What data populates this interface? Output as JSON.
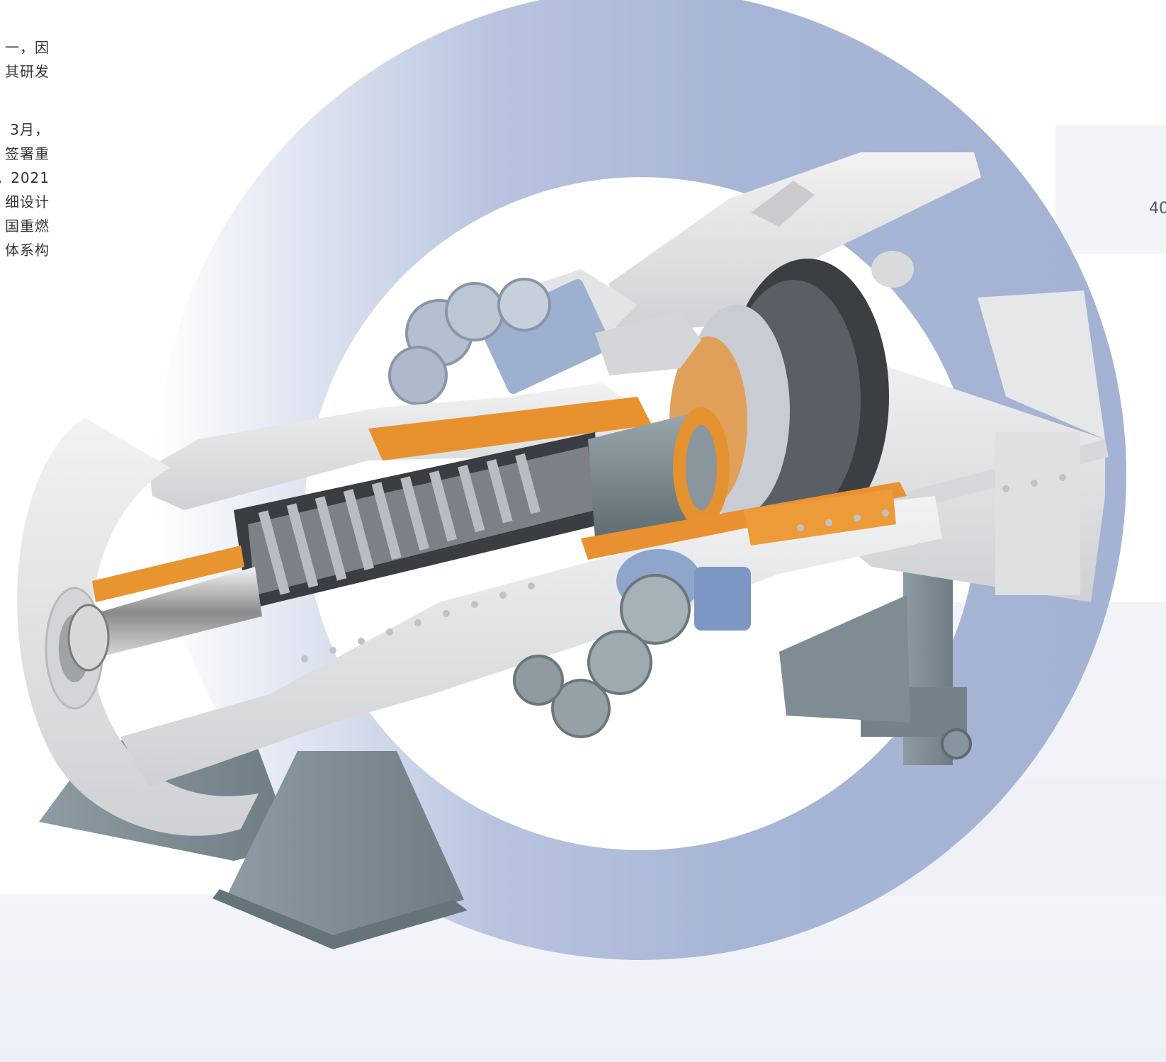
{
  "text_column": {
    "lines_group1": [
      "一，因",
      "其研发"
    ],
    "lines_group2": [
      "3月，",
      "签署重",
      "。2021",
      "细设计",
      "国重燃",
      "体系构"
    ]
  },
  "right_panel": {
    "number_fragment": "40"
  },
  "figure": {
    "subject": "gas-turbine-cutaway-render",
    "colors": {
      "ring": "#a7b5d6",
      "casing": "#e4e5e7",
      "inner_liner": "#e9912e",
      "support_frame": "#7e8d96",
      "accessory_blue": "#8fa6cc"
    }
  }
}
